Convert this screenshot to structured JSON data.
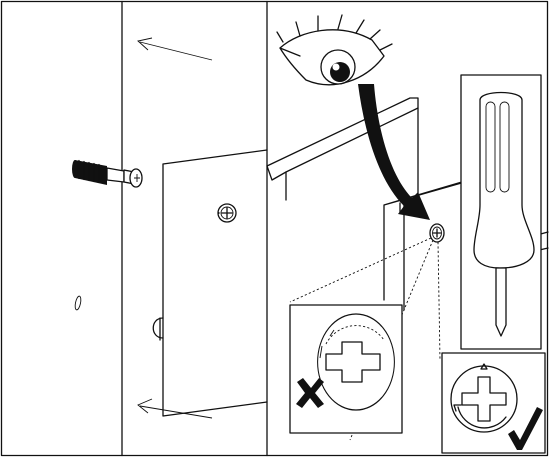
{
  "panels": [
    {
      "id": "left",
      "icons": [
        "motion-arrow-icon",
        "cam-dowel-icon",
        "cam-lock-icon",
        "dowel-hole-icon"
      ]
    },
    {
      "id": "right",
      "icons": [
        "eye-icon",
        "curved-arrow-icon",
        "screwdriver-icon",
        "cam-lock-icon"
      ]
    }
  ],
  "insets": [
    {
      "id": "wrong-orientation",
      "mark": "cross-icon",
      "meaning": "incorrect"
    },
    {
      "id": "correct-orientation",
      "mark": "check-icon",
      "meaning": "correct"
    }
  ],
  "colors": {
    "line": "#111111",
    "background": "#ffffff"
  }
}
